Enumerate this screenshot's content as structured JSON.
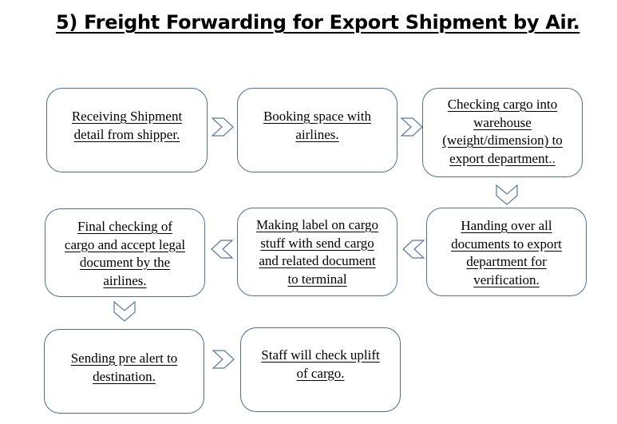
{
  "title": "5) Freight Forwarding for Export Shipment by Air.",
  "colors": {
    "box_border": "#4f6f8f",
    "arrow_stroke": "#5a7898",
    "text": "#000000"
  },
  "steps": [
    {
      "id": 1,
      "text": "Receiving Shipment\ndetail from shipper."
    },
    {
      "id": 2,
      "text": "Booking space with\nairlines."
    },
    {
      "id": 3,
      "text": "Checking cargo into\nwarehouse\n(weight/dimension) to\nexport department",
      "trailing": ".."
    },
    {
      "id": 4,
      "text": "Handing over all\ndocuments to export\ndepartment for\nverification."
    },
    {
      "id": 5,
      "text": "Making label on cargo\nstuff with send cargo\nand related document\nto terminal"
    },
    {
      "id": 6,
      "text": "Final checking of\ncargo and accept legal\ndocument by the\nairlines."
    },
    {
      "id": 7,
      "text": "Sending pre alert to\ndestination."
    },
    {
      "id": 8,
      "text": "Staff will check uplift\nof cargo."
    }
  ],
  "arrows": [
    {
      "from": 1,
      "to": 2,
      "direction": "right",
      "icon": "chevron-right-icon"
    },
    {
      "from": 2,
      "to": 3,
      "direction": "right",
      "icon": "chevron-right-icon"
    },
    {
      "from": 3,
      "to": 4,
      "direction": "down",
      "icon": "chevron-down-icon"
    },
    {
      "from": 4,
      "to": 5,
      "direction": "left",
      "icon": "chevron-left-icon"
    },
    {
      "from": 5,
      "to": 6,
      "direction": "left",
      "icon": "chevron-left-icon"
    },
    {
      "from": 6,
      "to": 7,
      "direction": "down",
      "icon": "chevron-down-icon"
    },
    {
      "from": 7,
      "to": 8,
      "direction": "right",
      "icon": "chevron-right-icon"
    }
  ]
}
